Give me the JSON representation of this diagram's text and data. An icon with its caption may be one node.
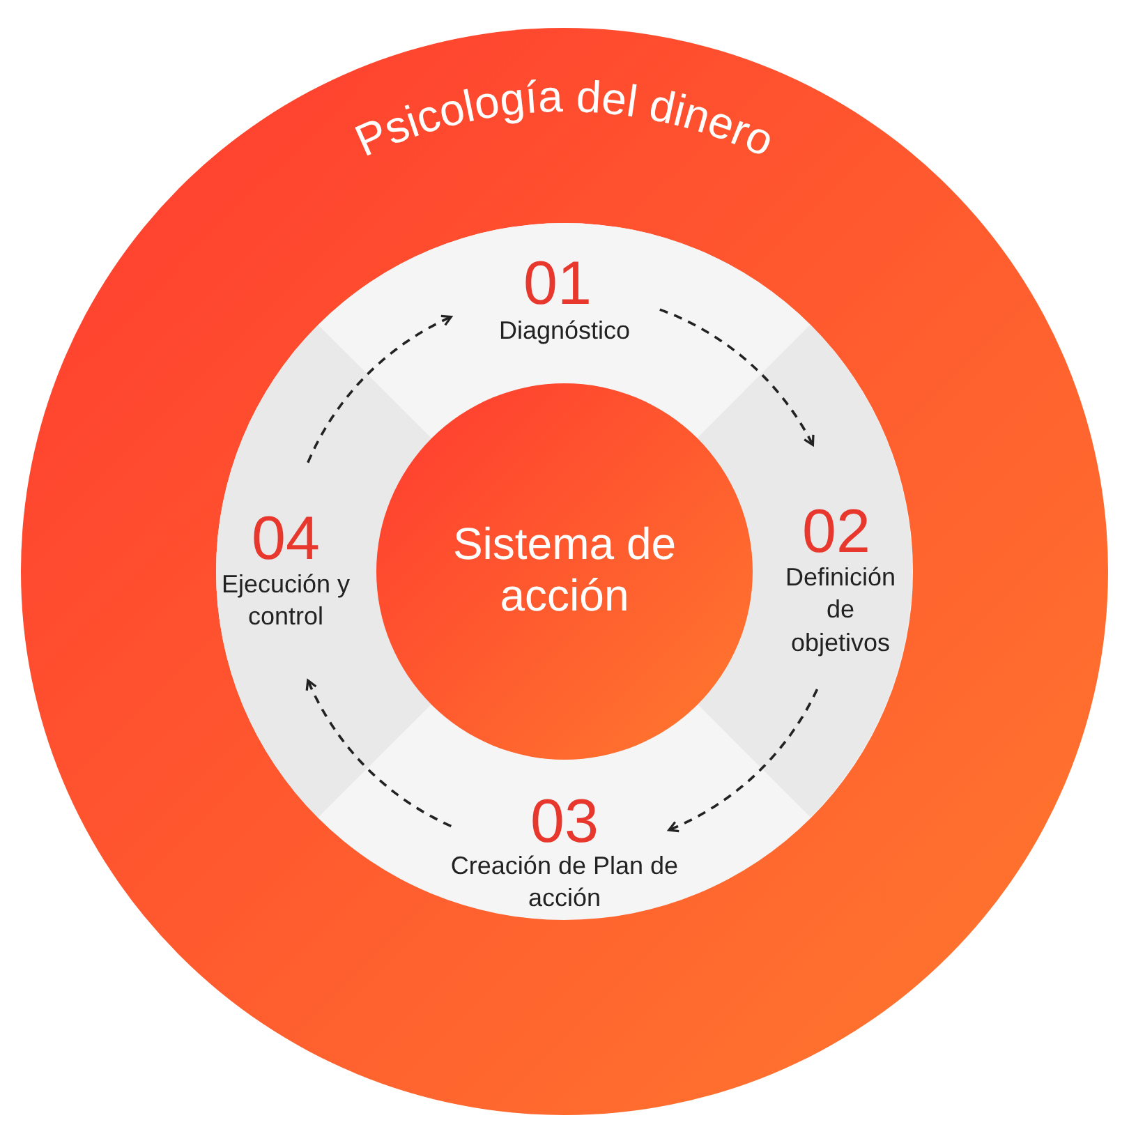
{
  "diagram": {
    "nodes": [
      {
        "text": [
          "Psicología del dinero"
        ]
      },
      {
        "text": [
          "01",
          "Diagnóstico"
        ],
        "in": 0
      },
      {
        "text": [
          "02",
          "Definición de objetivos"
        ],
        "in": 0
      },
      {
        "text": [
          "03",
          "Creación de Plan de acción"
        ],
        "in": 0
      },
      {
        "text": [
          "04",
          "Ejecución y control"
        ],
        "in": 0
      },
      {
        "text": [
          "Sistema de acción"
        ],
        "in": 0
      }
    ],
    "edges": [
      {
        "from": 1,
        "to": 2,
        "arrow": "to",
        "style": "dashed"
      },
      {
        "from": 2,
        "to": 3,
        "arrow": "to",
        "style": "dashed"
      },
      {
        "from": 3,
        "to": 4,
        "arrow": "to",
        "style": "dashed"
      },
      {
        "from": 4,
        "to": 1,
        "arrow": "to",
        "style": "dashed"
      }
    ]
  }
}
